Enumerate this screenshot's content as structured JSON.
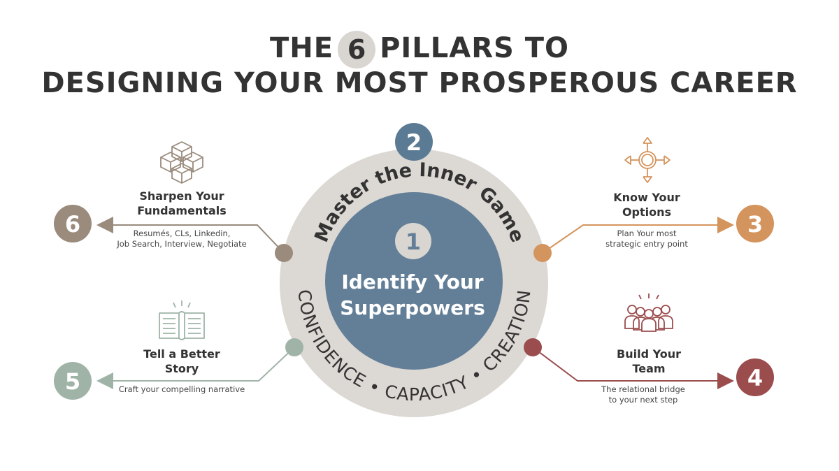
{
  "title": {
    "line1_before": "THE",
    "number": "6",
    "line1_after": "PILLARS TO",
    "line2": "DESIGNING YOUR MOST PROSPEROUS CAREER"
  },
  "center": {
    "number": "1",
    "label_line1": "Identify Your",
    "label_line2": "Superpowers"
  },
  "ring": {
    "top_text": "Master the Inner Game",
    "bottom_words": [
      "CONFIDENCE",
      "CAPACITY",
      "CREATION"
    ],
    "separator": "•"
  },
  "pillars": {
    "p2": {
      "number": "2"
    },
    "p3": {
      "number": "3",
      "title_line1": "Know Your",
      "title_line2": "Options",
      "sub_line1": "Plan Your most",
      "sub_line2": "strategic entry point"
    },
    "p4": {
      "number": "4",
      "title_line1": "Build Your",
      "title_line2": "Team",
      "sub_line1": "The relational bridge",
      "sub_line2": "to your next step"
    },
    "p5": {
      "number": "5",
      "title_line1": "Tell a Better",
      "title_line2": "Story",
      "sub_line1": "Craft your compelling narrative"
    },
    "p6": {
      "number": "6",
      "title_line1": "Sharpen Your",
      "title_line2": "Fundamentals",
      "sub_line1": "Resumés, CLs, Linkedin,",
      "sub_line2": "Job Search, Interview, Negotiate"
    }
  },
  "icons": {
    "p3": "compass-arrows-icon",
    "p4": "team-people-icon",
    "p5": "open-book-icon",
    "p6": "cubes-icon"
  },
  "colors": {
    "p2": "#5b7b95",
    "p3": "#d4945d",
    "p4": "#9b4d4e",
    "p5": "#9fb4a7",
    "p6": "#9a8b7d",
    "ring": "#dcd8d4",
    "center": "#637f98"
  }
}
